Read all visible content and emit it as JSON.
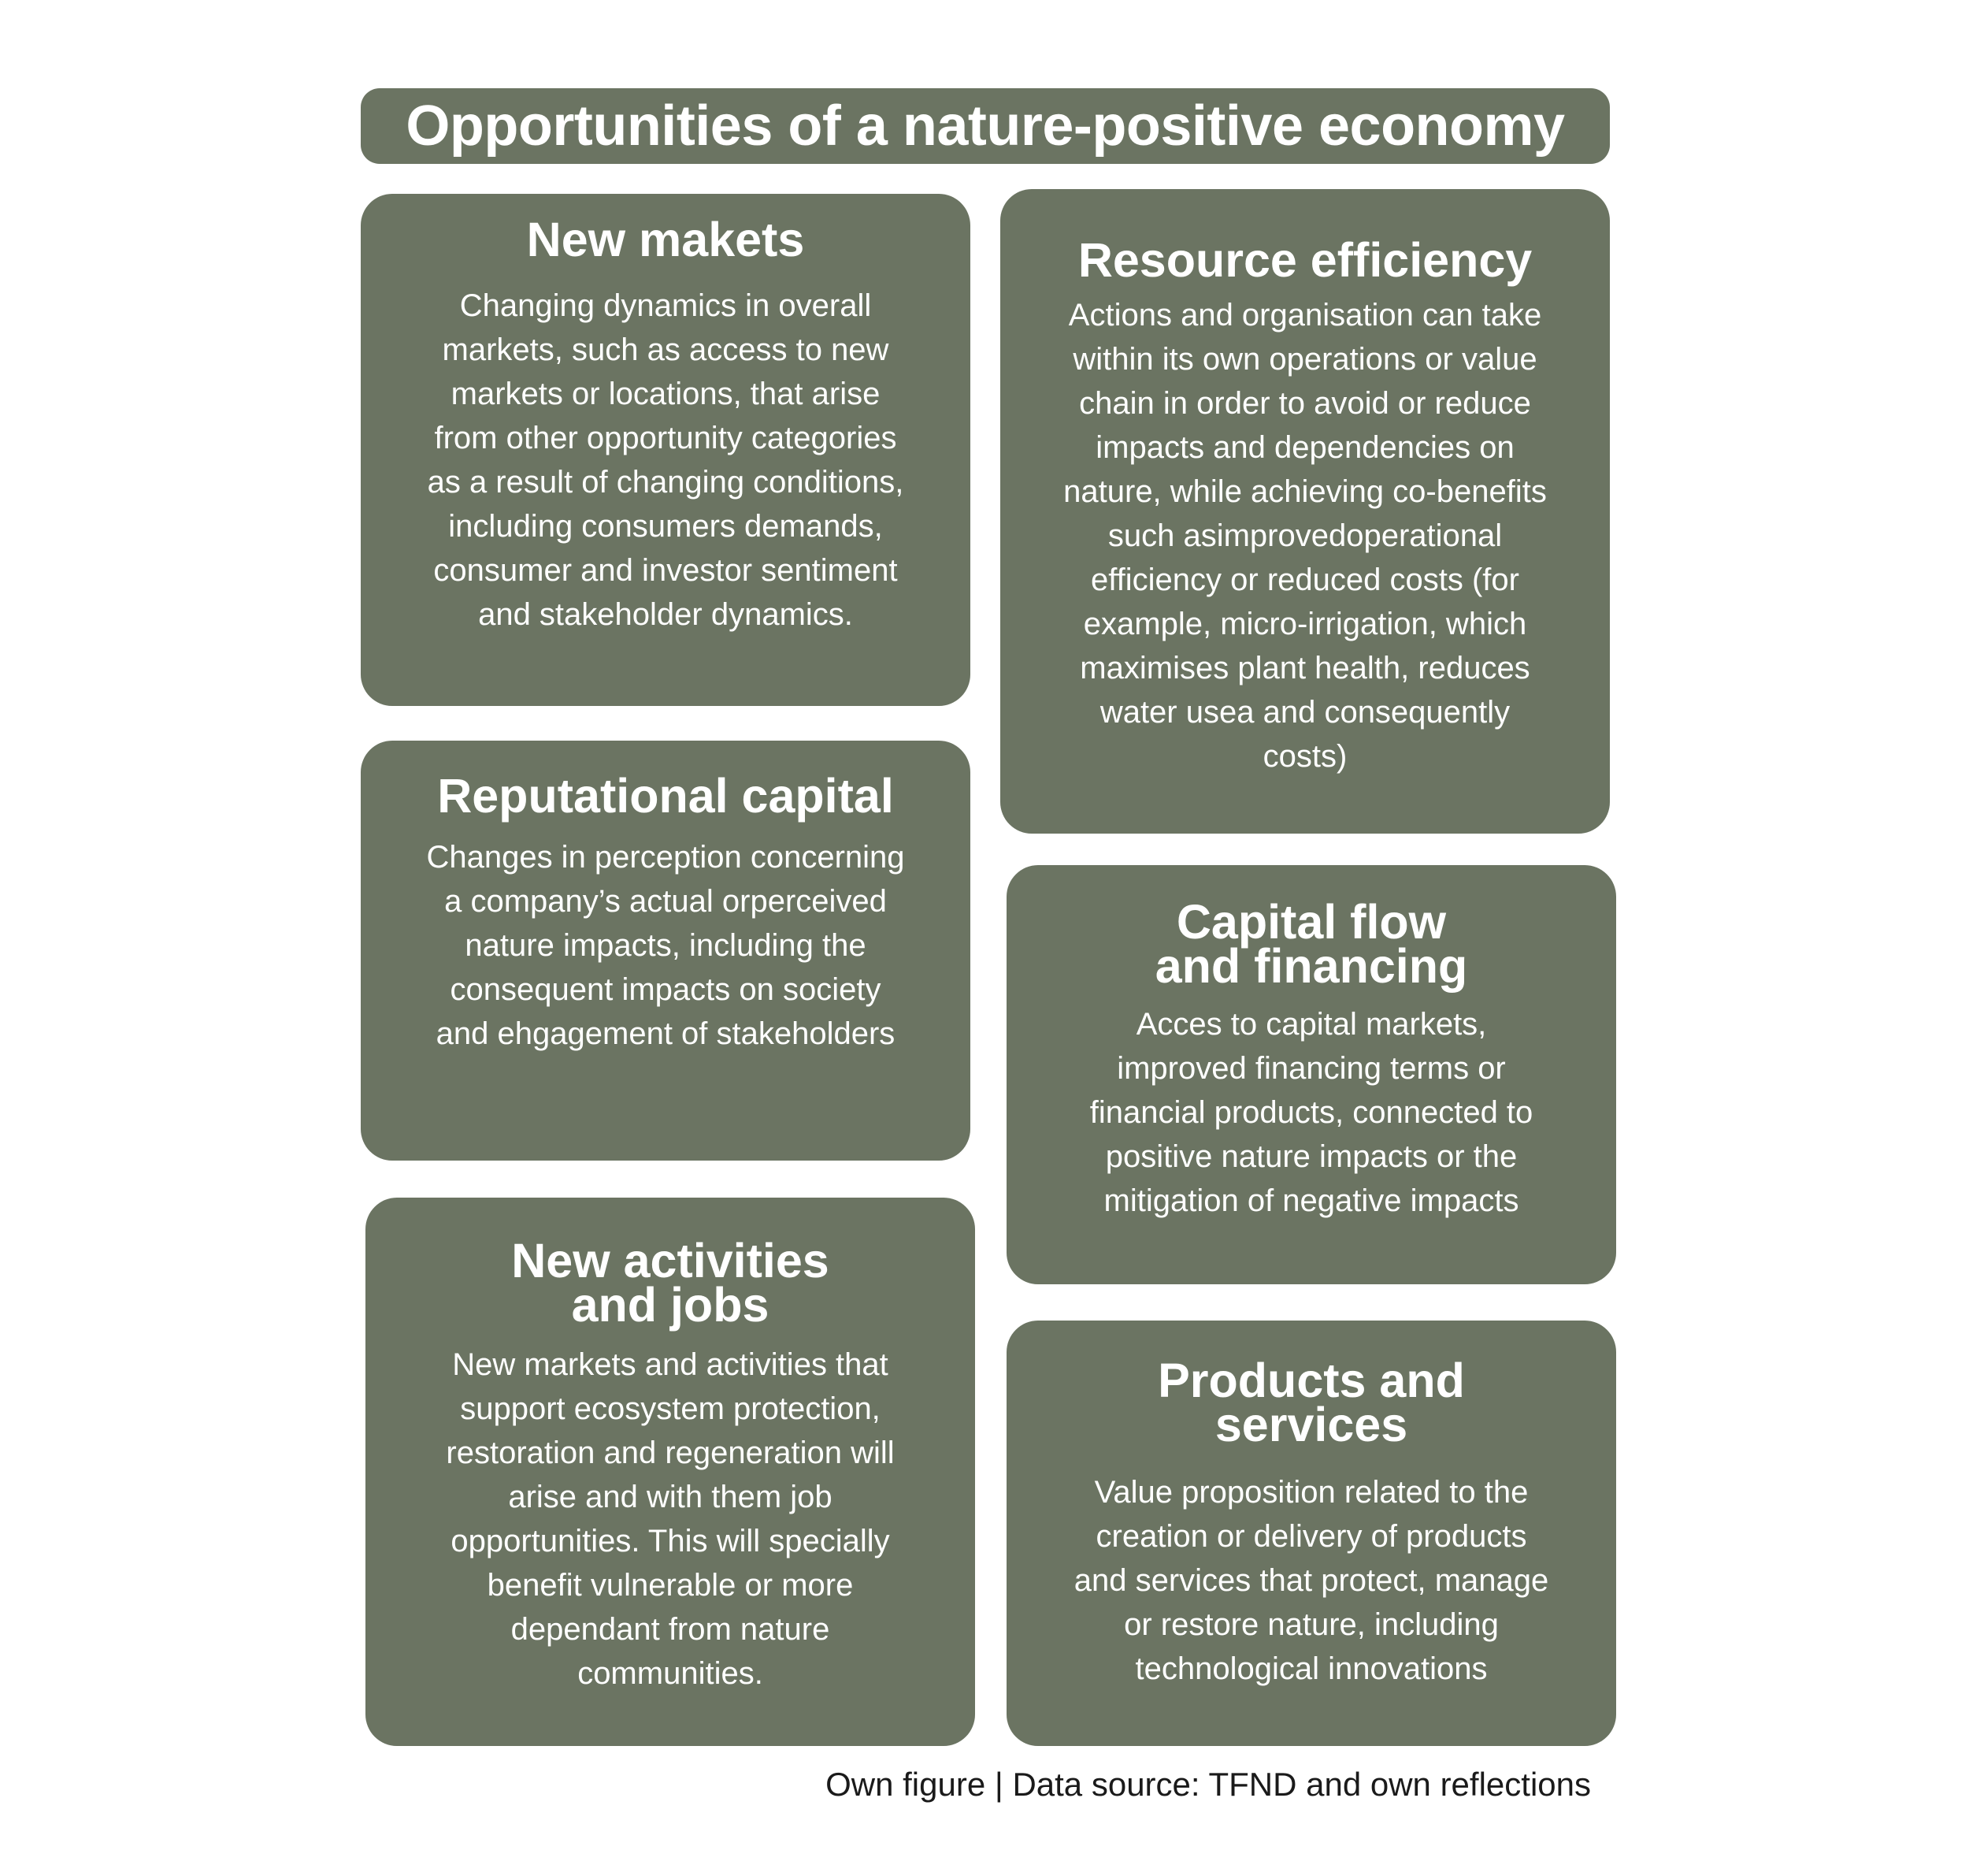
{
  "title": "Opportunities of a nature-positive economy",
  "cards": [
    {
      "title": "New makets",
      "body": "Changing dynamics in overall\nmarkets, such as access to new\nmarkets or locations, that arise\nfrom other opportunity categories\nas a result of changing conditions,\nincluding consumers demands,\nconsumer and investor sentiment\nand stakeholder dynamics."
    },
    {
      "title": "Resource efficiency",
      "body": "Actions and organisation can take\nwithin its own operations or value\nchain in order to avoid or reduce\nimpacts and dependencies on\nnature, while achieving co-benefits\nsuch asimprovedoperational\nefficiency or reduced costs (for\nexample, micro-irrigation, which\nmaximises plant health, reduces\nwater usea and consequently\ncosts)"
    },
    {
      "title": "Reputational capital",
      "body": "Changes in perception concerning\na company’s actual orperceived\nnature impacts, including the\nconsequent impacts on society\nand ehgagement of stakeholders"
    },
    {
      "title": "Capital flow\nand financing",
      "body": "Acces to capital markets,\nimproved financing terms or\nfinancial products, connected to\npositive nature impacts or the\nmitigation of negative impacts"
    },
    {
      "title": "New activities\nand jobs",
      "body": "New markets and activities that\nsupport ecosystem protection,\nrestoration and regeneration will\narise and with them job\nopportunities. This will specially\nbenefit vulnerable or  more\ndependant from nature\ncommunities."
    },
    {
      "title": "Products and\nservices",
      "body": "Value proposition related to the\ncreation or delivery of products\nand services that protect, manage\nor restore nature, including\ntechnological innovations"
    }
  ],
  "footer": "Own figure | Data source: TFND and own reflections",
  "colors": {
    "card_fill": "#6b7462",
    "card_text": "#ffffff",
    "footer_text": "#1a1a1a"
  }
}
